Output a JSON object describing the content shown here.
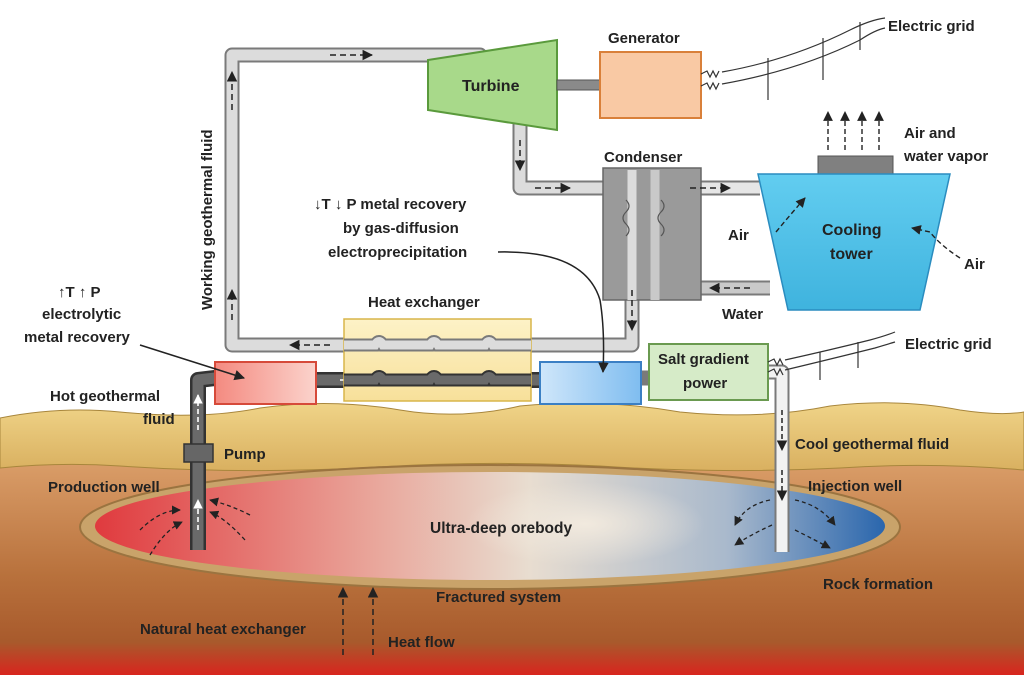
{
  "labels": {
    "electric_grid_top": "Electric grid",
    "electric_grid_mid": "Electric grid",
    "generator": "Generator",
    "turbine": "Turbine",
    "condenser": "Condenser",
    "air_vapor_1": "Air and",
    "air_vapor_2": "water vapor",
    "cooling_tower_1": "Cooling",
    "cooling_tower_2": "tower",
    "air_left": "Air",
    "air_right": "Air",
    "water": "Water",
    "working_fluid": "Working geothermal fluid",
    "low_tp_1": "↓T ↓ P metal recovery",
    "low_tp_2": "by gas-diffusion",
    "low_tp_3": "electroprecipitation",
    "high_tp_1": "↑T ↑ P",
    "high_tp_2": "electrolytic",
    "high_tp_3": "metal recovery",
    "heat_exchanger": "Heat exchanger",
    "salt_gradient_1": "Salt gradient",
    "salt_gradient_2": "power",
    "hot_fluid_1": "Hot geothermal",
    "hot_fluid_2": "fluid",
    "pump": "Pump",
    "cool_fluid": "Cool geothermal fluid",
    "production_well": "Production well",
    "injection_well": "Injection well",
    "orebody": "Ultra-deep orebody",
    "rock_formation": "Rock formation",
    "fractured_system": "Fractured system",
    "natural_heat_exchanger": "Natural heat exchanger",
    "heat_flow": "Heat flow"
  },
  "colors": {
    "turbine_fill": "#a8d98a",
    "turbine_stroke": "#5a9a3c",
    "generator_fill": "#f9c9a4",
    "generator_stroke": "#d9803a",
    "cooling_tower_fill": "#4fc3ea",
    "heat_exchanger_fill": "#fbeab0",
    "hot_box_fill": "#f7a39a",
    "cold_box_fill": "#a9d4f5",
    "salt_box_fill": "#d6ebc8",
    "pipe_light": "#d4d4d4",
    "pipe_dark": "#555555",
    "soil_top": "#e9c97a",
    "ground": "#c98a55",
    "orebody_hot": "#e0454a",
    "orebody_cold": "#2f6fb3"
  }
}
